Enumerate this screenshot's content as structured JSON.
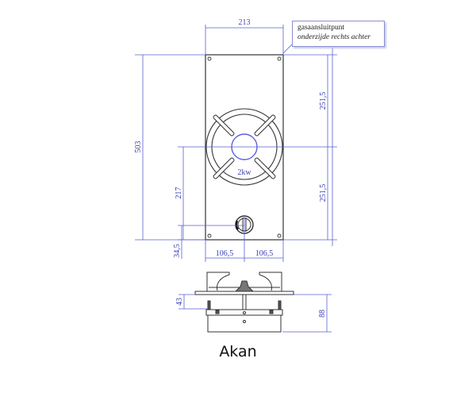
{
  "title": "Akan",
  "note": {
    "line1": "gasaansluitpunt",
    "line2": "onderzijde rechts achter"
  },
  "burner": {
    "power_label": "2kw"
  },
  "dimensions": {
    "width_total": "213",
    "height_total": "503",
    "half_height_top": "251,5",
    "half_height_bottom": "251,5",
    "burner_center_from_bottom": "217",
    "knob_from_bottom": "34,5",
    "half_width_left": "106,5",
    "half_width_right": "106,5",
    "side_depth_top": "43",
    "side_depth_total": "88"
  },
  "colors": {
    "dimension_line": "#3b3fb5",
    "outline": "#333333"
  }
}
